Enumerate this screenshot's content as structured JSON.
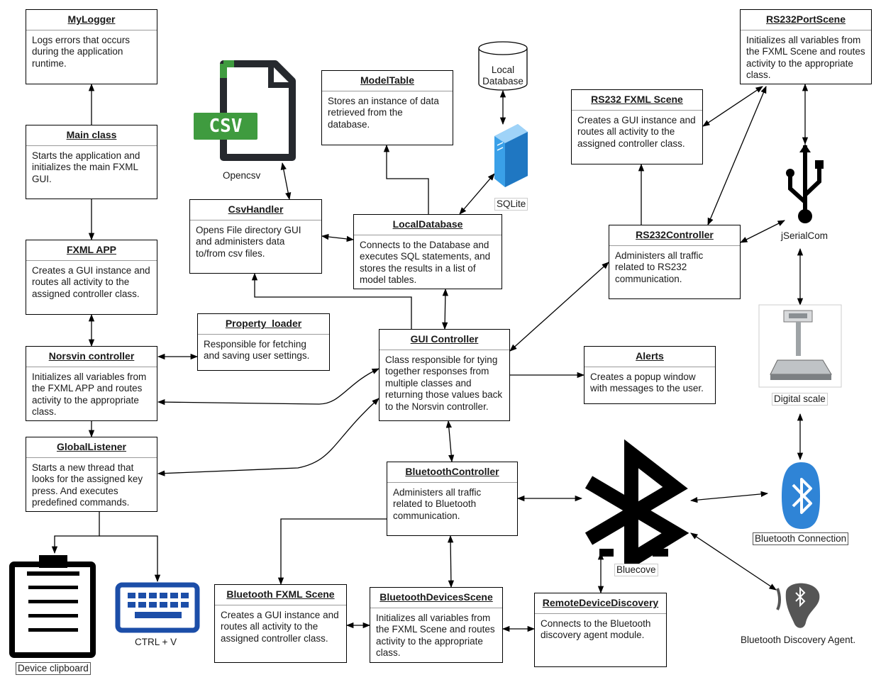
{
  "boxes": {
    "mylogger": {
      "title": "MyLogger",
      "desc": "Logs errors that occurs during the application runtime."
    },
    "main_class": {
      "title": "Main class",
      "desc": "Starts the application and initializes the main FXML GUI."
    },
    "fxml_app": {
      "title": "FXML APP",
      "desc": "Creates a GUI instance and routes all activity to the assigned controller class."
    },
    "norsvin_controller": {
      "title": "Norsvin controller",
      "desc": "Initializes all variables from the FXML APP and routes activity to the appropriate class."
    },
    "global_listener": {
      "title": "GlobalListener",
      "desc": "Starts a new thread that looks for the assigned key press. And executes predefined commands."
    },
    "property_loader": {
      "title": "Property_loader",
      "desc": "Responsible for fetching and saving user settings."
    },
    "csv_handler": {
      "title": "CsvHandler",
      "desc": "Opens File directory GUI and administers data to/from csv files."
    },
    "model_table": {
      "title": "ModelTable",
      "desc": "Stores an instance of data retrieved from the database."
    },
    "local_database": {
      "title": "LocalDatabase",
      "desc": "Connects to the Database and executes SQL statements, and stores the results in a list of model tables."
    },
    "gui_controller": {
      "title": "GUI Controller",
      "desc": "Class responsible for tying together responses from multiple classes and returning those values back to the Norsvin controller."
    },
    "alerts": {
      "title": "Alerts",
      "desc": "Creates a popup window with messages to the user."
    },
    "rs232_fxml_scene": {
      "title": "RS232 FXML Scene",
      "desc": "Creates a GUI instance and routes all activity to the assigned controller class."
    },
    "rs232_port_scene": {
      "title": "RS232PortScene",
      "desc": "Initializes all variables from the FXML Scene and routes activity to the appropriate class."
    },
    "rs232_controller": {
      "title": "RS232Controller",
      "desc": "Administers all traffic related to RS232 communication."
    },
    "bluetooth_controller": {
      "title": "BluetoothController",
      "desc": "Administers all traffic related to Bluetooth communication."
    },
    "bluetooth_fxml_scene": {
      "title": "Bluetooth FXML Scene",
      "desc": "Creates a GUI instance and routes all activity to the assigned controller class."
    },
    "bluetooth_devices_scene": {
      "title": "BluetoothDevicesScene",
      "desc": "Initializes all variables from the FXML Scene and routes activity to the appropriate class."
    },
    "remote_device_discovery": {
      "title": "RemoteDeviceDiscovery",
      "desc": "Connects to the Bluetooth discovery agent module."
    }
  },
  "labels": {
    "opencsv": "Opencsv",
    "csv_badge": "CSV",
    "local_database_cyl": "Local Database",
    "sqlite": "SQLite",
    "jserialcom": "jSerialCom",
    "digital_scale": "Digital scale",
    "bluetooth_connection": "Bluetooth Connection",
    "bluecove": "Bluecove",
    "bluetooth_discovery_agent": "Bluetooth Discovery Agent.",
    "device_clipboard": "Device clipboard",
    "ctrl_v": "CTRL + V"
  },
  "colors": {
    "csv_green": "#3f9b3f",
    "keyboard_blue": "#1c4ea8",
    "sqlite_blue": "#3aa0e8",
    "bt_blue": "#2f84d6"
  }
}
